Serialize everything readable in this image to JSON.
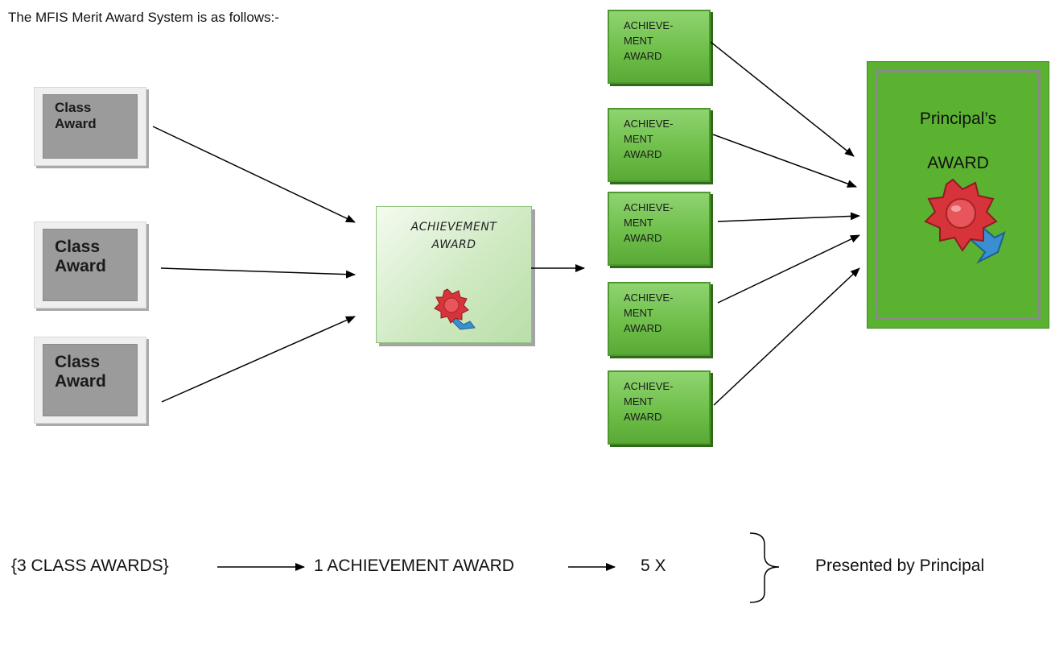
{
  "intro_text": "The MFIS Merit Award System is as follows:-",
  "class_awards": [
    {
      "line1": "Class",
      "line2": "Award"
    },
    {
      "line1": "Class",
      "line2": "Award"
    },
    {
      "line1": "Class",
      "line2": "Award"
    }
  ],
  "achievement_card": {
    "line1": "ACHIEVEMENT",
    "line2": "AWARD"
  },
  "achieve_boxes": [
    {
      "line1": "ACHIEVE-",
      "line2": "MENT",
      "line3": "AWARD"
    },
    {
      "line1": "ACHIEVE-",
      "line2": "MENT",
      "line3": "AWARD"
    },
    {
      "line1": "ACHIEVE-",
      "line2": "MENT",
      "line3": "AWARD"
    },
    {
      "line1": "ACHIEVE-",
      "line2": "MENT",
      "line3": "AWARD"
    },
    {
      "line1": "ACHIEVE-",
      "line2": "MENT",
      "line3": "AWARD"
    }
  ],
  "principal": {
    "line1": "Principal’s",
    "line2": "AWARD"
  },
  "summary": {
    "class_awards": "{3 CLASS AWARDS}",
    "achievement": "1 ACHIEVEMENT AWARD",
    "multiplier": "5 X",
    "presented": "Presented by Principal"
  },
  "colors": {
    "green": "#6cbd47",
    "dark_green": "#4c9a2d",
    "grey_box": "#9b9b9b",
    "seal_red": "#d6343a",
    "ribbon_blue": "#3a8fd0"
  }
}
